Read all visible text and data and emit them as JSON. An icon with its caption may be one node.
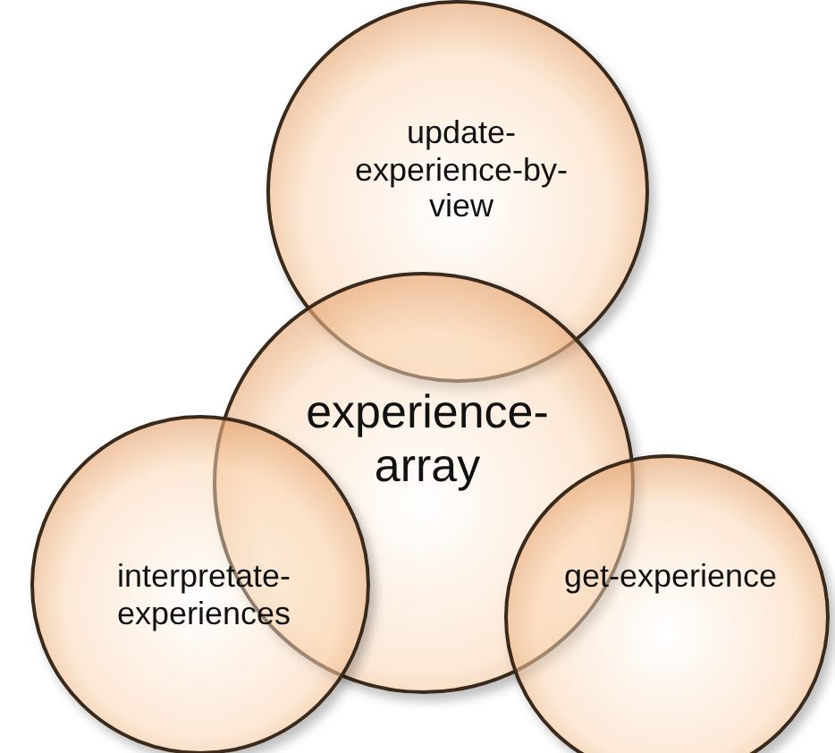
{
  "diagram": {
    "nodes": [
      {
        "text": [
          "update-experience-by-view"
        ]
      },
      {
        "text": [
          "experience-array"
        ]
      },
      {
        "text": [
          "interpretate-experiences"
        ]
      },
      {
        "text": [
          "get-experience"
        ]
      }
    ]
  }
}
